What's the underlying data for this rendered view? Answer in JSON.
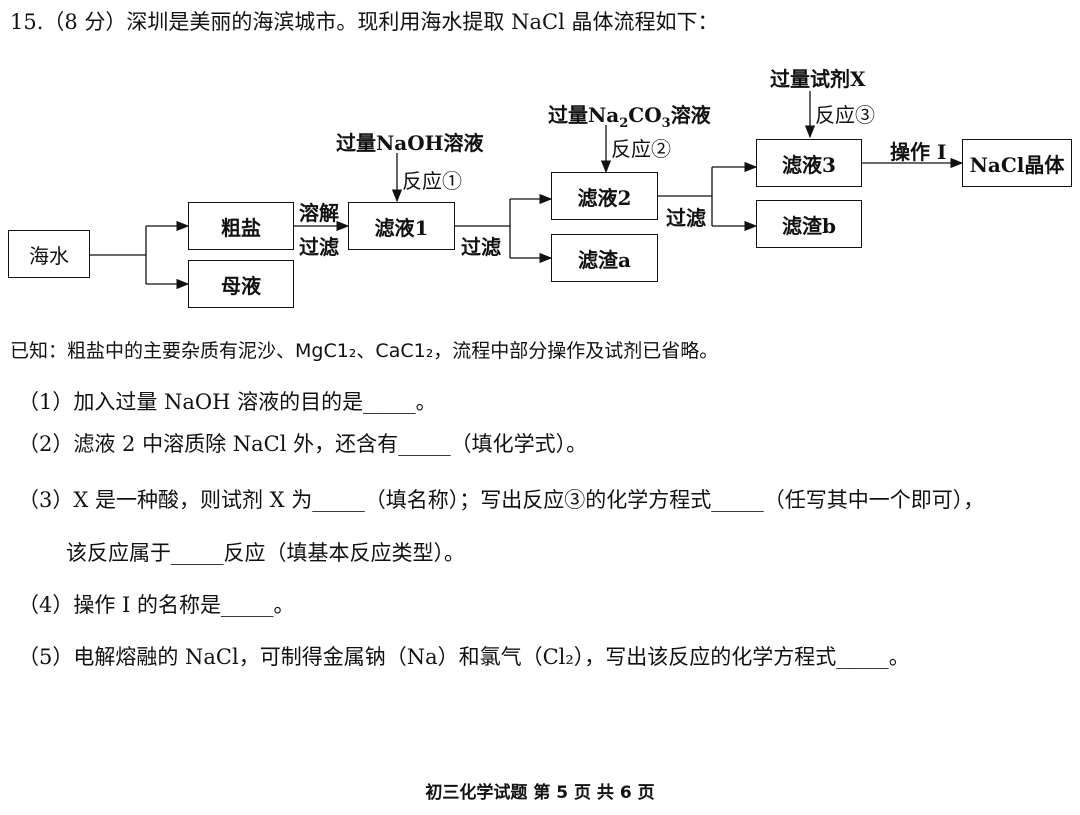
{
  "question": {
    "title": "15.（8 分）深圳是美丽的海滨城市。现利用海水提取 NaCl 晶体流程如下："
  },
  "diagram": {
    "seawater": "海水",
    "crude_salt": "粗盐",
    "mother_liquor": "母液",
    "dissolve": "溶解",
    "filter": "过滤",
    "filtrate1": "滤液1",
    "naoh_reagent": "过量NaOH溶液",
    "reaction1": "反应①",
    "filtrate2": "滤液2",
    "residue_a": "滤渣a",
    "na2co3_prefix": "过量Na",
    "na2co3_sub1": "2",
    "na2co3_mid": "CO",
    "na2co3_sub2": "3",
    "na2co3_suffix": "溶液",
    "reaction2": "反应②",
    "filtrate3": "滤液3",
    "residue_b": "滤渣b",
    "reagent_x": "过量试剂X",
    "reaction3": "反应③",
    "operation1": "操作 I",
    "nacl_crystal": "NaCl晶体"
  },
  "known": "已知：粗盐中的主要杂质有泥沙、MgC1₂、CaC1₂，流程中部分操作及试剂已省略。",
  "questions": [
    "（1）加入过量 NaOH 溶液的目的是_____。",
    "（2）滤液 2 中溶质除 NaCl 外，还含有_____（填化学式）。",
    "（3）X 是一种酸，则试剂 X 为_____（填名称）；写出反应③的化学方程式_____（任写其中一个即可），",
    "该反应属于_____反应（填基本反应类型）。",
    "（4）操作 I 的名称是_____。",
    "（5）电解熔融的 NaCl，可制得金属钠（Na）和氯气（Cl₂），写出该反应的化学方程式_____。"
  ],
  "footer": "初三化学试题  第 5 页  共 6 页"
}
